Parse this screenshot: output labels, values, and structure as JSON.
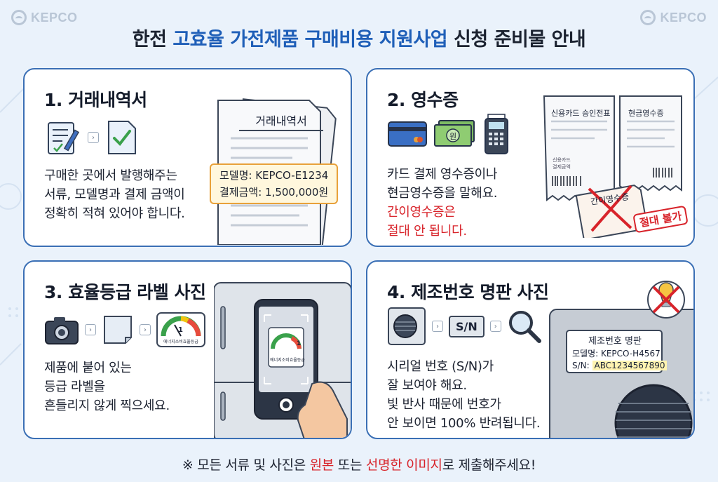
{
  "logo_text": "KEPCO",
  "title": {
    "part1": "한전 ",
    "highlight": "고효율 가전제품 구매비용 지원사업",
    "part2": " 신청 준비물 안내"
  },
  "cards": [
    {
      "title": "1. 거래내역서",
      "lines": [
        "구매한 곳에서 발행해주는",
        "서류, 모델명과 결제 금액이",
        "정확히 적혀 있어야 합니다."
      ],
      "doc_title": "거래내역서",
      "tag_lines": [
        "모델명: KEPCO-E1234",
        "결제금액: 1,500,000원"
      ]
    },
    {
      "title": "2. 영수증",
      "lines": [
        "카드 결제 영수증이나",
        "현금영수증을 말해요."
      ],
      "warning_lines": [
        "간이영수증은",
        "절대 안 됩니다."
      ],
      "money_symbol": "원",
      "receipt1_title": "신용카드 승인전표",
      "receipt2_title": "현금영수증",
      "receipt_small1": "신용카드",
      "receipt_small2": "결제금액",
      "simple_receipt": "간이영수증",
      "stamp": "절대 불가"
    },
    {
      "title": "3. 효율등급 라벨 사진",
      "lines": [
        "제품에 붙어 있는",
        "등급 라벨을",
        "흔들리지 않게 찍으세요."
      ],
      "label_grade": "1",
      "label_caption": "에너지소비효율등급"
    },
    {
      "title": "4. 제조번호 명판 사진",
      "lines": [
        "시리얼 번호 (S/N)가",
        "잘 보여야 해요.",
        "빛 반사 때문에 번호가",
        "안 보이면 100% 반려됩니다."
      ],
      "sn_chip": "S/N",
      "plate_title": "제조번호 명판",
      "plate_model": "모델명: KEPCO-H4567",
      "plate_sn_label": "S/N:",
      "plate_sn_value": "ABC1234567890"
    }
  ],
  "footer": {
    "prefix": "※ 모든 서류 및 사진은 ",
    "orig": "원본",
    "mid": " 또는 ",
    "clear": "선명한 이미지",
    "suffix": "로 제출해주세요!"
  },
  "colors": {
    "accent": "#1f5fb8",
    "border": "#3a6fb5",
    "warning": "#d8232a",
    "tag_border": "#e8a13a"
  }
}
